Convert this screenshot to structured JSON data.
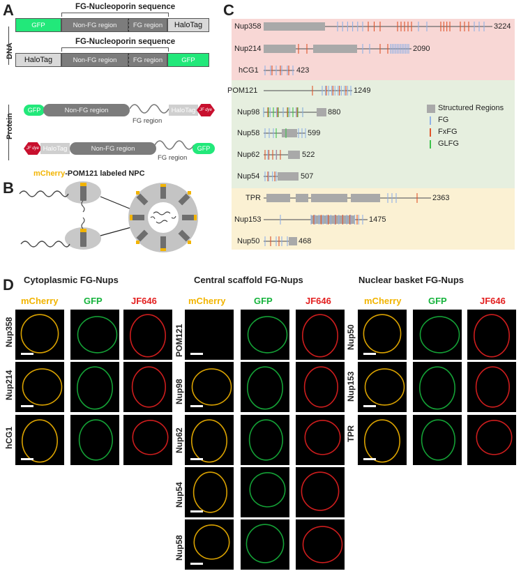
{
  "panels": {
    "a": "A",
    "b": "B",
    "c": "C",
    "d": "D"
  },
  "panelA": {
    "dna_label": "DNA",
    "protein_label": "Protein",
    "construct1": {
      "title": "FG-Nucleoporin sequence",
      "gfp": "GFP",
      "nonfg": "Non-FG region",
      "fg": "FG region",
      "halo": "HaloTag"
    },
    "construct2": {
      "title": "FG-Nucleoporin sequence",
      "halo": "HaloTag",
      "nonfg": "Non-FG region",
      "fg": "FG region",
      "gfp": "GFP"
    },
    "protein1": {
      "gfp": "GFP",
      "nonfg": "Non-FG region",
      "fg": "FG region",
      "halo": "HaloTag",
      "dye": "JF dye"
    },
    "protein2": {
      "dye": "JF dye",
      "halo": "HaloTag",
      "nonfg": "Non-FG region",
      "fg": "FG region",
      "gfp": "GFP"
    }
  },
  "panelB": {
    "title_highlight": "mCherry",
    "title_rest": "-POM121 labeled NPC"
  },
  "panelC": {
    "legend": {
      "structured": "Structured Regions",
      "fg": "FG",
      "fxfg": "FxFG",
      "glfg": "GLFG"
    },
    "colors": {
      "fg": "#8fb0e6",
      "fxfg": "#e0542a",
      "glfg": "#3cc24a",
      "structured": "#a9a9a9",
      "cyto_bg": "#f8d7d5",
      "central_bg": "#e6efdf",
      "basket_bg": "#fbf1d3"
    },
    "groups": [
      {
        "id": "cyto",
        "nups": [
          {
            "name": "Nup358",
            "length": "3224"
          },
          {
            "name": "Nup214",
            "length": "2090"
          },
          {
            "name": "hCG1",
            "length": "423"
          }
        ]
      },
      {
        "id": "central",
        "nups": [
          {
            "name": "POM121",
            "length": "1249"
          },
          {
            "name": "Nup98",
            "length": "880"
          },
          {
            "name": "Nup58",
            "length": "599"
          },
          {
            "name": "Nup62",
            "length": "522"
          },
          {
            "name": "Nup54",
            "length": "507"
          }
        ]
      },
      {
        "id": "basket",
        "nups": [
          {
            "name": "TPR",
            "length": "2363"
          },
          {
            "name": "Nup153",
            "length": "1475"
          },
          {
            "name": "Nup50",
            "length": "468"
          }
        ]
      }
    ]
  },
  "panelD": {
    "sections": [
      {
        "title": "Cytoplasmic FG-Nups",
        "rows": [
          "Nup358",
          "Nup214",
          "hCG1"
        ]
      },
      {
        "title": "Central scaffold FG-Nups",
        "rows": [
          "POM121",
          "Nup98",
          "Nup62",
          "Nup54",
          "Nup58"
        ]
      },
      {
        "title": "Nuclear basket FG-Nups",
        "rows": [
          "Nup50",
          "Nup153",
          "TPR"
        ]
      }
    ],
    "channels": {
      "mcherry": "mCherry",
      "gfp": "GFP",
      "jf": "JF646"
    },
    "channel_colors": {
      "mcherry": "#f2b400",
      "gfp": "#16b33c",
      "jf": "#e32020"
    }
  }
}
